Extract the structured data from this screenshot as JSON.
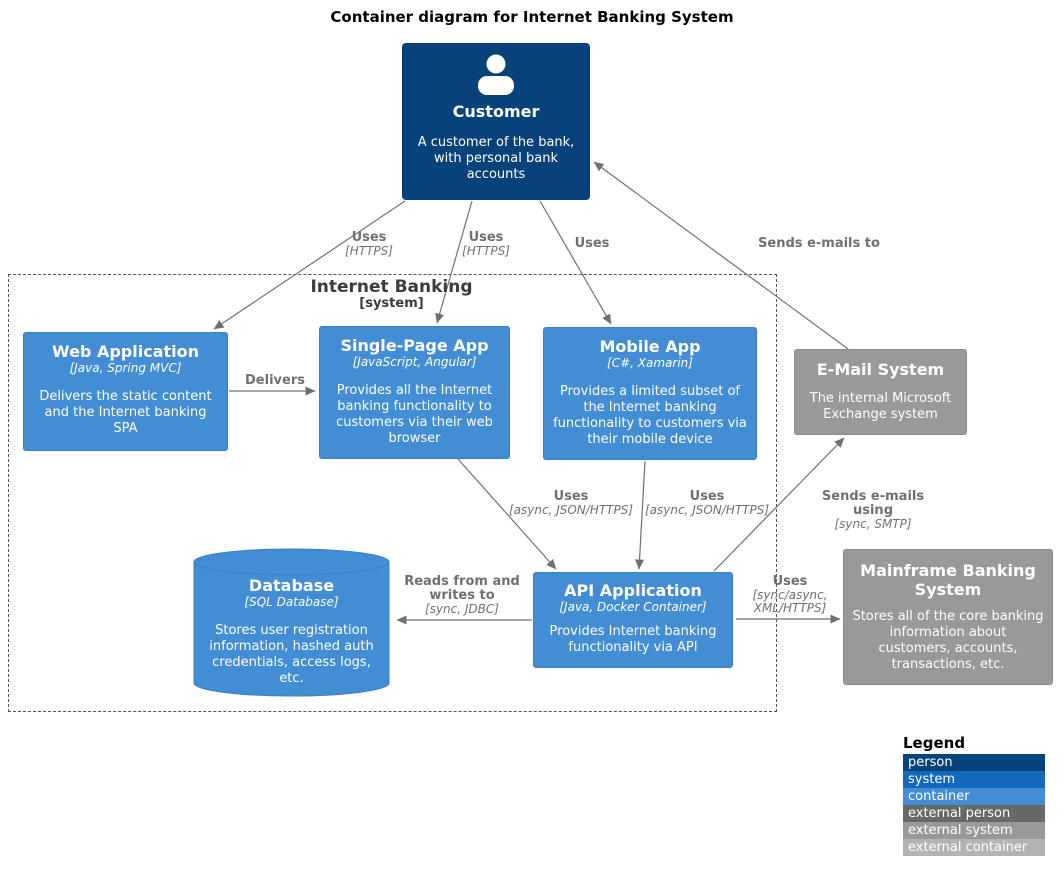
{
  "title": "Container diagram for Internet Banking System",
  "boundary": {
    "label": "Internet Banking",
    "sublabel": "[system]"
  },
  "nodes": {
    "customer": {
      "name": "Customer",
      "desc": "A customer of the bank, with personal bank accounts",
      "icon": "person-icon"
    },
    "webapp": {
      "name": "Web Application",
      "tech": "[Java, Spring MVC]",
      "desc": "Delivers the static content and the Internet banking SPA"
    },
    "spa": {
      "name": "Single-Page App",
      "tech": "[JavaScript, Angular]",
      "desc": "Provides all the Internet banking functionality to customers via their web browser"
    },
    "mobile": {
      "name": "Mobile App",
      "tech": "[C#, Xamarin]",
      "desc": "Provides a limited subset of the Internet banking functionality to customers via their mobile device"
    },
    "email": {
      "name": "E-Mail System",
      "desc": "The internal Microsoft Exchange system"
    },
    "database": {
      "name": "Database",
      "tech": "[SQL Database]",
      "desc": "Stores user registration information, hashed auth credentials, access logs, etc."
    },
    "api": {
      "name": "API Application",
      "tech": "[Java, Docker Container]",
      "desc": "Provides Internet banking functionality via API"
    },
    "mainframe": {
      "name": "Mainframe Banking System",
      "desc": "Stores all of the core banking information about customers, accounts, transactions, etc."
    }
  },
  "edges": {
    "c_web": {
      "label": "Uses",
      "tech": "[HTTPS]"
    },
    "c_spa": {
      "label": "Uses",
      "tech": "[HTTPS]"
    },
    "c_mobile": {
      "label": "Uses",
      "tech": ""
    },
    "email_c": {
      "label": "Sends e-mails to",
      "tech": ""
    },
    "web_spa": {
      "label": "Delivers",
      "tech": ""
    },
    "spa_api": {
      "label": "Uses",
      "tech": "[async, JSON/HTTPS]"
    },
    "mobile_api": {
      "label": "Uses",
      "tech": "[async, JSON/HTTPS]"
    },
    "api_email": {
      "label": "Sends e-mails using",
      "tech": "[sync, SMTP]"
    },
    "api_db": {
      "label": "Reads from and writes to",
      "tech": "[sync, JDBC]"
    },
    "api_mf": {
      "label": "Uses",
      "tech": "[sync/async, XML/HTTPS]"
    }
  },
  "legend": {
    "title": "Legend",
    "items": [
      {
        "label": "person",
        "color": "#08427b"
      },
      {
        "label": "system",
        "color": "#1168bd"
      },
      {
        "label": "container",
        "color": "#438dd5"
      },
      {
        "label": "external person",
        "color": "#686868"
      },
      {
        "label": "external system",
        "color": "#999999"
      },
      {
        "label": "external container",
        "color": "#b3b3b3"
      }
    ]
  },
  "colors": {
    "person": "#08427b",
    "system": "#1168bd",
    "container": "#438dd5",
    "external_person": "#686868",
    "external_system": "#999999",
    "external_container": "#b3b3b3",
    "relationship": "#707070",
    "boundary_border": "#555555"
  }
}
